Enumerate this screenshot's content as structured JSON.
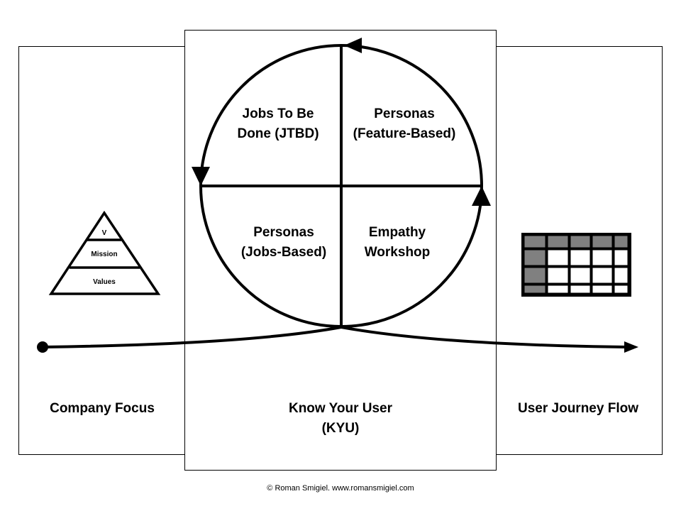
{
  "panels": {
    "left": {
      "label": "Company Focus"
    },
    "center": {
      "label_line1": "Know Your User",
      "label_line2": "(KYU)"
    },
    "right": {
      "label": "User Journey Flow"
    }
  },
  "pyramid": {
    "top": "V",
    "middle": "Mission",
    "bottom": "Values"
  },
  "quadrants": {
    "top_left": {
      "line1": "Jobs To Be",
      "line2": "Done (JTBD)"
    },
    "top_right": {
      "line1": "Personas",
      "line2": "(Feature-Based)"
    },
    "bottom_left": {
      "line1": "Personas",
      "line2": "(Jobs-Based)"
    },
    "bottom_right": {
      "line1": "Empathy",
      "line2": "Workshop"
    }
  },
  "journey_grid": {
    "rows": 4,
    "cols": 5,
    "header_color": "#808080"
  },
  "copyright": "© Roman Smigiel. www.romansmigiel.com"
}
